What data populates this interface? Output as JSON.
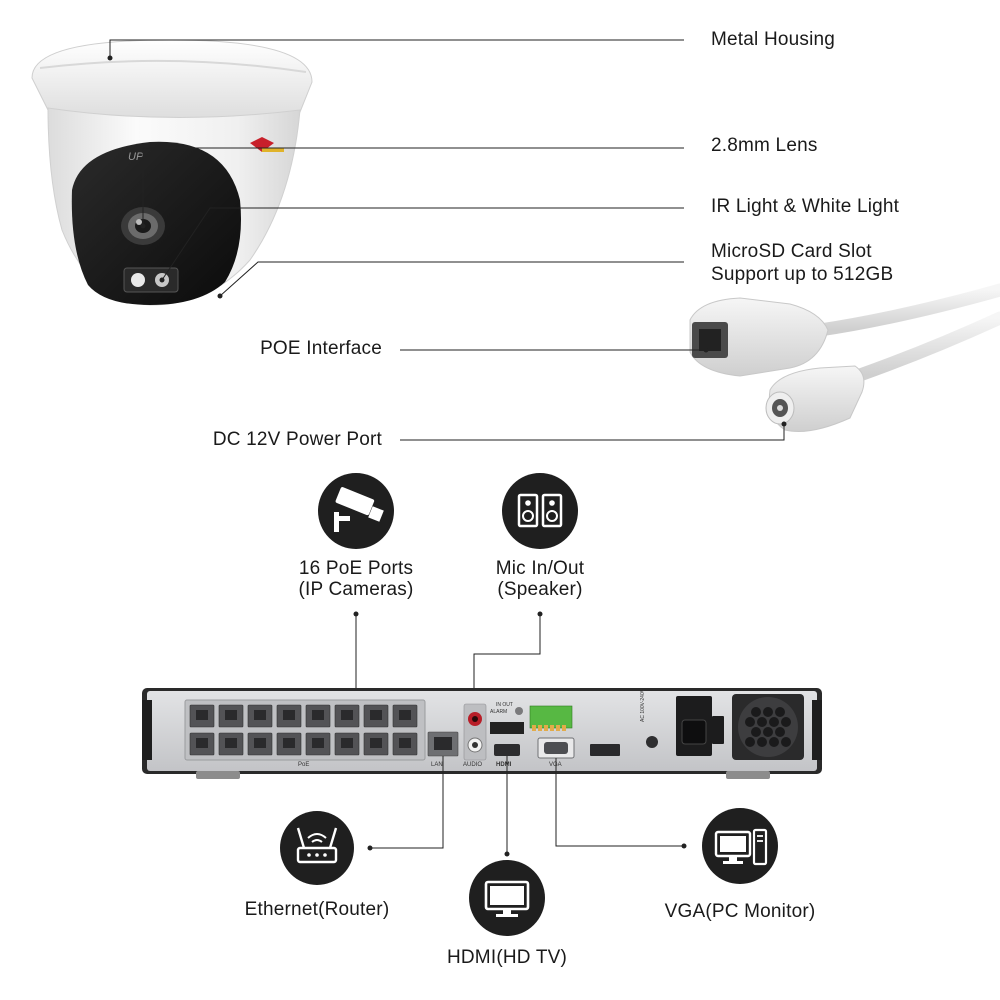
{
  "camera": {
    "callouts": [
      {
        "id": "metal-housing",
        "label": "Metal Housing"
      },
      {
        "id": "lens",
        "label": "2.8mm Lens"
      },
      {
        "id": "ir-light",
        "label": "IR Light & White Light"
      },
      {
        "id": "microsd",
        "label": "MicroSD Card Slot",
        "label2": "Support up to 512GB"
      },
      {
        "id": "poe-interface",
        "label": "POE Interface"
      },
      {
        "id": "dc-power",
        "label": "DC 12V Power Port"
      }
    ]
  },
  "nvr": {
    "connections": [
      {
        "id": "poe-ports",
        "label": "16 PoE Ports",
        "label2": "(IP Cameras)",
        "icon": "cctv-camera-icon"
      },
      {
        "id": "mic",
        "label": "Mic In/Out",
        "label2": "(Speaker)",
        "icon": "speaker-icon"
      },
      {
        "id": "ethernet",
        "label": "Ethernet(Router)",
        "icon": "router-icon"
      },
      {
        "id": "hdmi",
        "label": "HDMI(HD TV)",
        "icon": "tv-icon"
      },
      {
        "id": "vga",
        "label": "VGA(PC Monitor)",
        "icon": "pc-monitor-icon"
      }
    ],
    "panel_labels": {
      "lan": "LAN",
      "audio": "AUDIO",
      "hdmi": "HDMI",
      "vga": "VGA",
      "alarm": "ALARM",
      "in_out": "IN  OUT",
      "poe": "PoE",
      "power": "AC 100V-240V"
    }
  },
  "colors": {
    "line": "#222222",
    "icon_bg": "#1f1f1f",
    "nvr_body": "#2a2a2a",
    "nvr_panel": "#cfd0d2",
    "camera_white": "#f2f2f2",
    "camera_black": "#161616"
  }
}
